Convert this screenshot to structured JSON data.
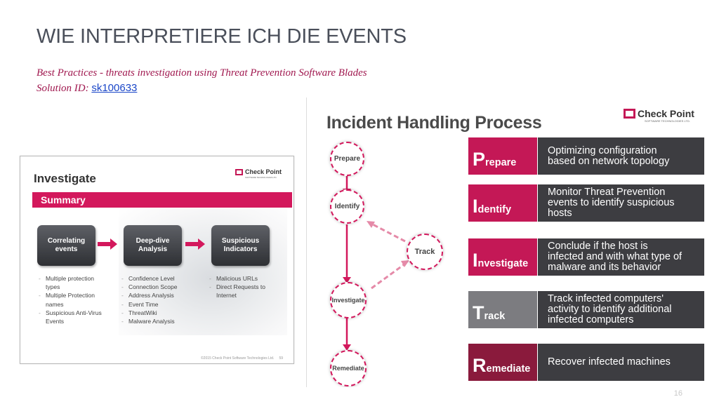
{
  "title": "WIE INTERPRETIERE ICH DIE EVENTS",
  "subtitle_line1": "Best Practices - threats investigation using Threat Prevention Software Blades",
  "subtitle_line2_prefix": "Solution ID:",
  "solution_link": "sk100633",
  "page_number": "16",
  "left_slide": {
    "title": "Investigate",
    "logo_text": "Check Point",
    "logo_sub": "SOFTWARE TECHNOLOGIES LTD.",
    "summary": "Summary",
    "boxes": [
      {
        "line1": "Correlating",
        "line2": "events"
      },
      {
        "line1": "Deep-dive",
        "line2": "Analysis"
      },
      {
        "line1": "Suspicious",
        "line2": "Indicators"
      }
    ],
    "bullets1": [
      "Multiple protection",
      "types",
      "Multiple Protection",
      "names",
      "Suspicious Anti-Virus",
      "Events"
    ],
    "bullets2": [
      "Confidence Level",
      "Connection Scope",
      "Address Analysis",
      "Event Time",
      "ThreatWiki",
      "Malware Analysis"
    ],
    "bullets3": [
      "Malicious URLs",
      "Direct Requests to",
      "Internet"
    ],
    "footer": "©2015 Check Point Software Technologies Ltd.",
    "footer_page": "59"
  },
  "right_slide": {
    "title": "Incident Handling Process",
    "logo_text": "Check Point",
    "logo_sub": "SOFTWARE TECHNOLOGIES LTD.",
    "circles": [
      "Prepare",
      "Identify",
      "Investigate",
      "Remediate",
      "Track"
    ],
    "rows": [
      {
        "letter": "P",
        "rest": "repare",
        "text1": "Optimizing configuration",
        "text2": "based on network topology",
        "text3": ""
      },
      {
        "letter": "I",
        "rest": "dentify",
        "text1": "Monitor Threat Prevention",
        "text2": "events  to identify suspicious",
        "text3": "hosts"
      },
      {
        "letter": "I",
        "rest": "nvestigate",
        "text1": "Conclude  if the host is",
        "text2": "infected and with  what type of",
        "text3": "malware  and its behavior"
      },
      {
        "letter": "T",
        "rest": "rack",
        "text1": "Track  infected computers'",
        "text2": "activity to identify additional",
        "text3": "infected computers"
      },
      {
        "letter": "R",
        "rest": "emediate",
        "text1": "Recover  infected machines",
        "text2": "",
        "text3": ""
      }
    ],
    "colors": {
      "accent": "#d3185c",
      "row_dark": "#3d3d41",
      "track_grey": "#7c7c80",
      "remediate_dark": "#8a1a3c"
    }
  }
}
